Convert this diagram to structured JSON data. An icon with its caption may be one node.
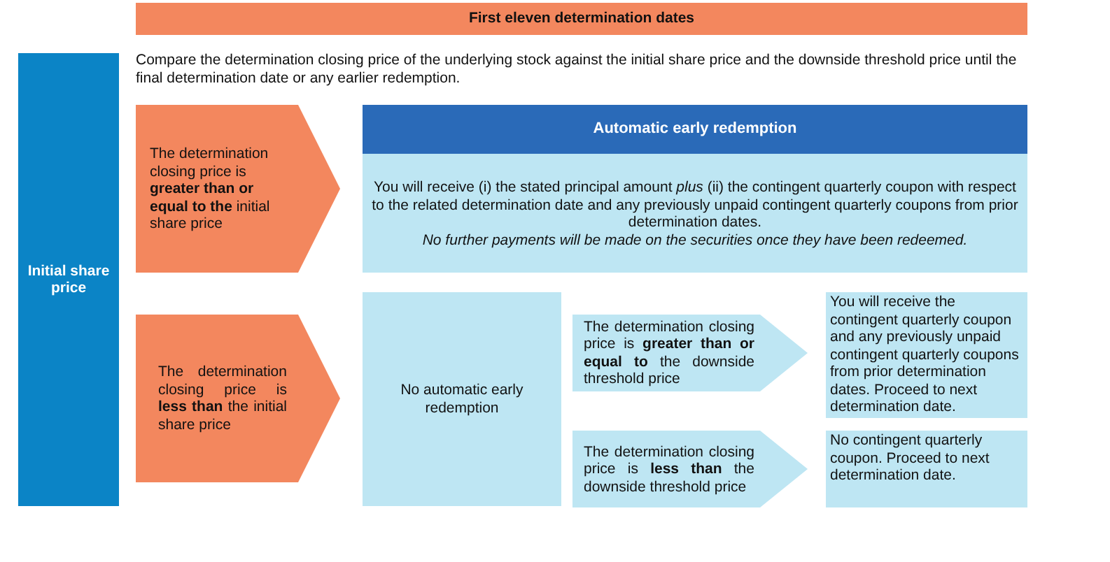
{
  "diagram": {
    "nodes": [
      {
        "text": [
          "First eleven determination dates"
        ]
      },
      {
        "text": [
          "Initial share price"
        ]
      },
      {
        "text": [
          "The determination closing price is **greater than or equal to the** initial share price"
        ]
      },
      {
        "text": [
          "Automatic early redemption",
          "You will receive (i) the stated principal amount *plus* (ii) the contingent quarterly coupon with respect to the related determination date and any previously unpaid contingent quarterly coupons from prior determination dates.",
          "No further payments will be made on the securities once they have been redeemed."
        ]
      },
      {
        "text": [
          "The determination closing price is **less than** the initial share price"
        ]
      },
      {
        "text": [
          "No automatic early redemption"
        ]
      },
      {
        "text": [
          "The determination closing price is **greater than or equal to** the downside threshold price"
        ]
      },
      {
        "text": [
          "You will receive the contingent quarterly coupon and any previously unpaid contingent quarterly coupons from prior determination dates. Proceed to next determination date."
        ]
      },
      {
        "text": [
          "The determination closing price is **less than** the downside threshold price"
        ]
      },
      {
        "text": [
          "No contingent quarterly coupon. Proceed to next determination date."
        ]
      }
    ],
    "labels": [
      "Compare the determination closing price of the underlying stock against the initial share price and the downside threshold price until the final determination date or any earlier redemption."
    ]
  }
}
